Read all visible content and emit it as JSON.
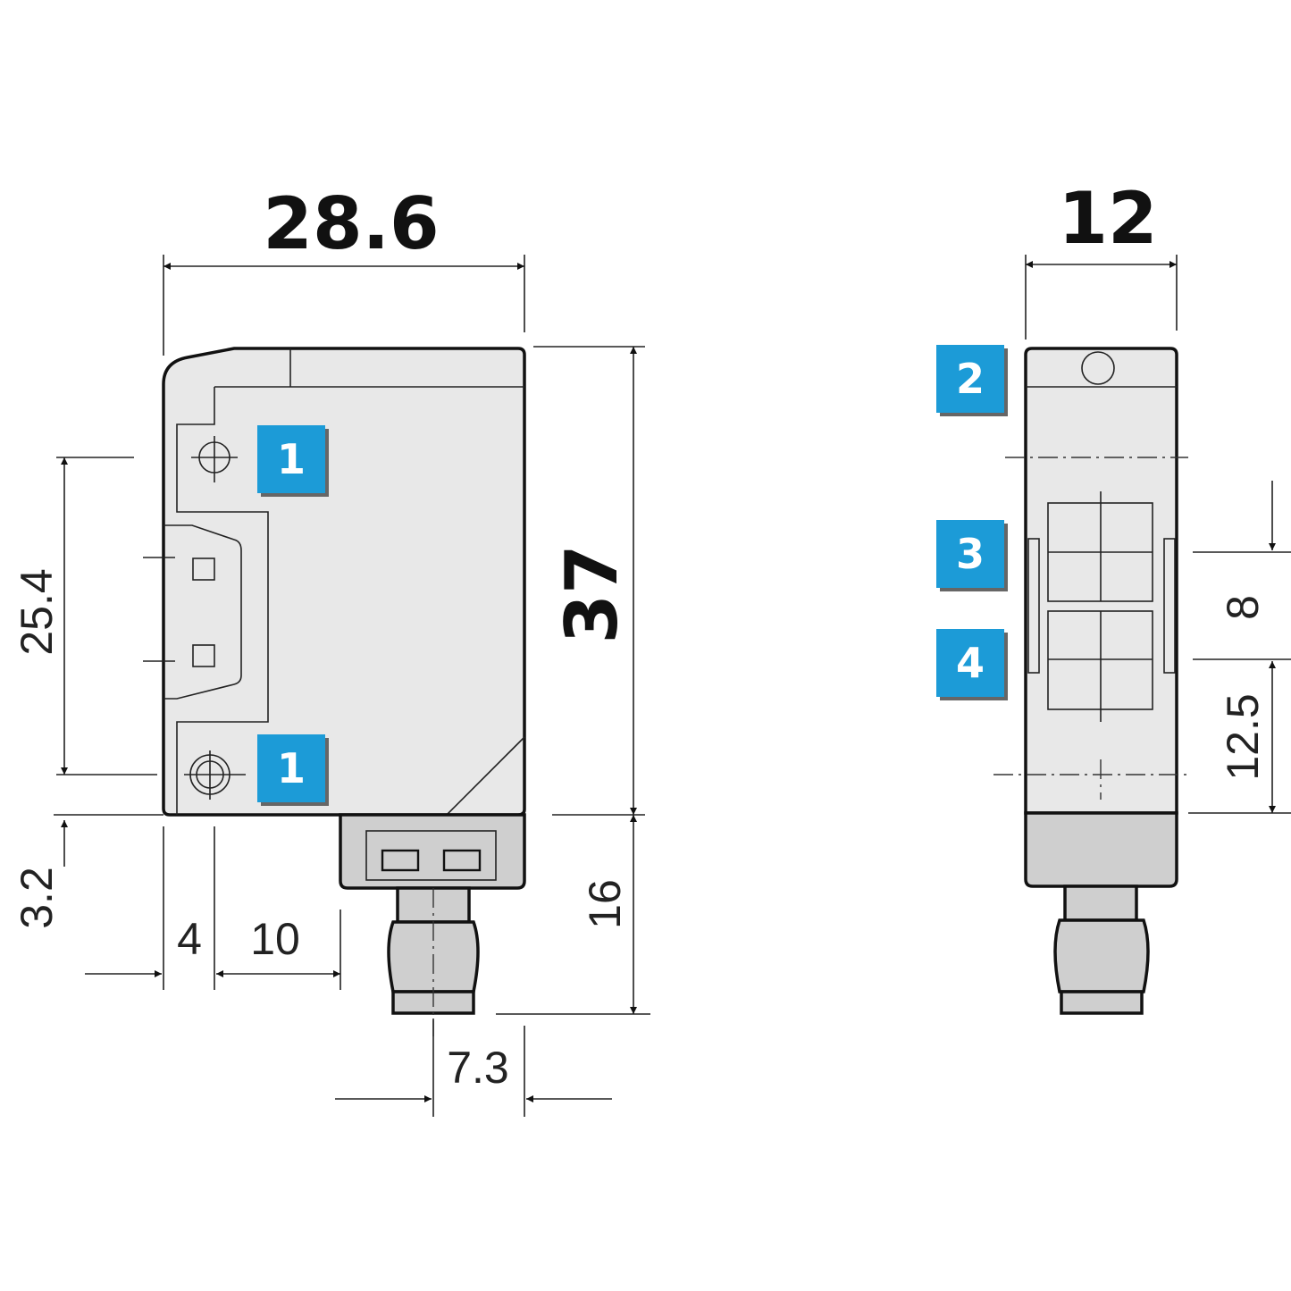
{
  "dimensions": {
    "width": "28.6",
    "height": "37",
    "depth": "12",
    "hole_spacing": "25.4",
    "bottom_offset": "3.2",
    "hole_edge": "4",
    "connector_offset": "10",
    "connector_height": "16",
    "connector_side": "7.3",
    "optic_spacing": "8",
    "optic_offset": "12.5"
  },
  "badges": {
    "mount_hole": "1",
    "indicator": "2",
    "optic_top": "3",
    "optic_bottom": "4"
  },
  "colors": {
    "badge": "#1f9bd7",
    "body": "#e8e8e8",
    "connector": "#cfcfcf"
  }
}
